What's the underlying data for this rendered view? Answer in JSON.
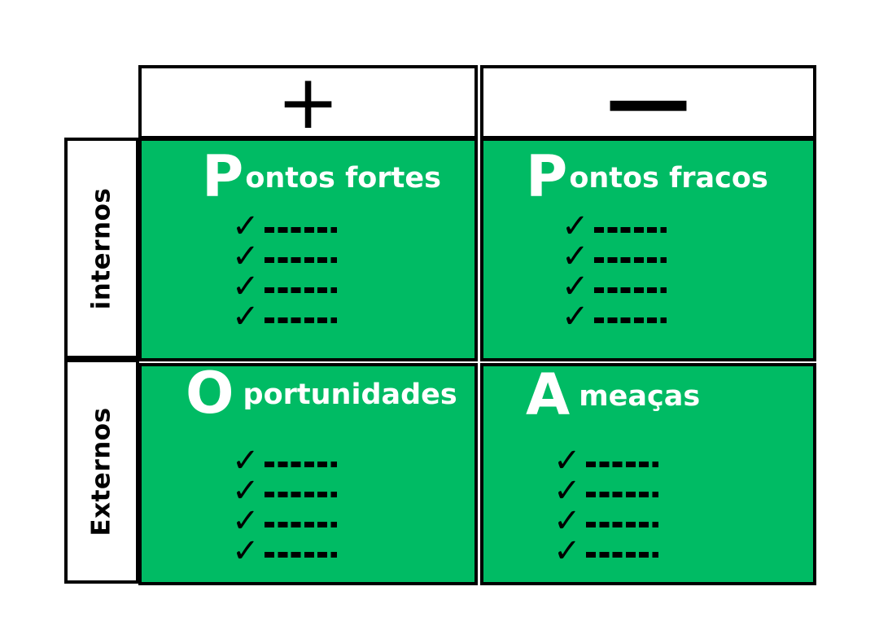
{
  "column_headers": [
    {
      "id": "positive",
      "symbol": "+"
    },
    {
      "id": "negative",
      "symbol": "−"
    }
  ],
  "row_headers": [
    {
      "id": "internal",
      "label": "internos"
    },
    {
      "id": "external",
      "label": "Externos"
    }
  ],
  "quadrants": [
    {
      "id": "strengths",
      "initial": "P",
      "title_rest": "ontos fortes",
      "items": [
        "------",
        "------",
        "------",
        "------"
      ]
    },
    {
      "id": "weaknesses",
      "initial": "P",
      "title_rest": "ontos fracos",
      "items": [
        "------",
        "------",
        "------",
        "------"
      ]
    },
    {
      "id": "opportunities",
      "initial": "O",
      "title_rest": "portunidades",
      "items": [
        "------",
        "------",
        "------",
        "------"
      ]
    },
    {
      "id": "threats",
      "initial": "A",
      "title_rest": "meaças",
      "items": [
        "------",
        "------",
        "------",
        "------"
      ]
    }
  ],
  "icons": {
    "check": "✓"
  },
  "colors": {
    "quadrant_green": "#00bb64",
    "cell_border": "#000000",
    "page_background": "#ffffff",
    "quadrant_title": "#ffffff",
    "header_symbol": "#000000",
    "row_label": "#000000",
    "checklist_ink": "#000000"
  }
}
